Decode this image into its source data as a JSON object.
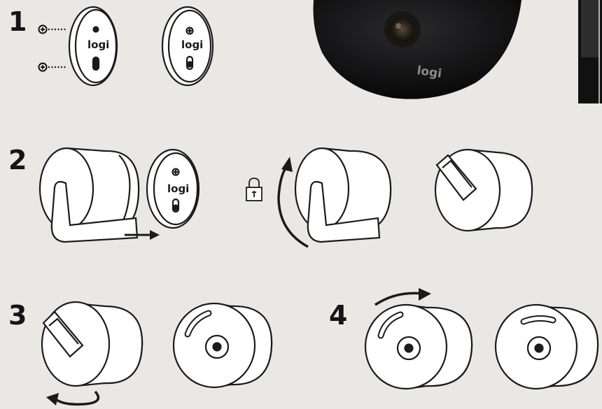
{
  "steps": [
    {
      "number": "1"
    },
    {
      "number": "2"
    },
    {
      "number": "3"
    },
    {
      "number": "4"
    }
  ],
  "brand": {
    "logo": "logi"
  },
  "colors": {
    "background": "#e9e8e4",
    "line": "#1b1b1b",
    "camera_body": "#0f0f10",
    "logo_on_camera": "#8c8a86"
  },
  "icons": [
    "screw-icon",
    "lock-icon",
    "arrow-right-icon",
    "rotate-arrow-icon",
    "twist-arrow-icon"
  ]
}
